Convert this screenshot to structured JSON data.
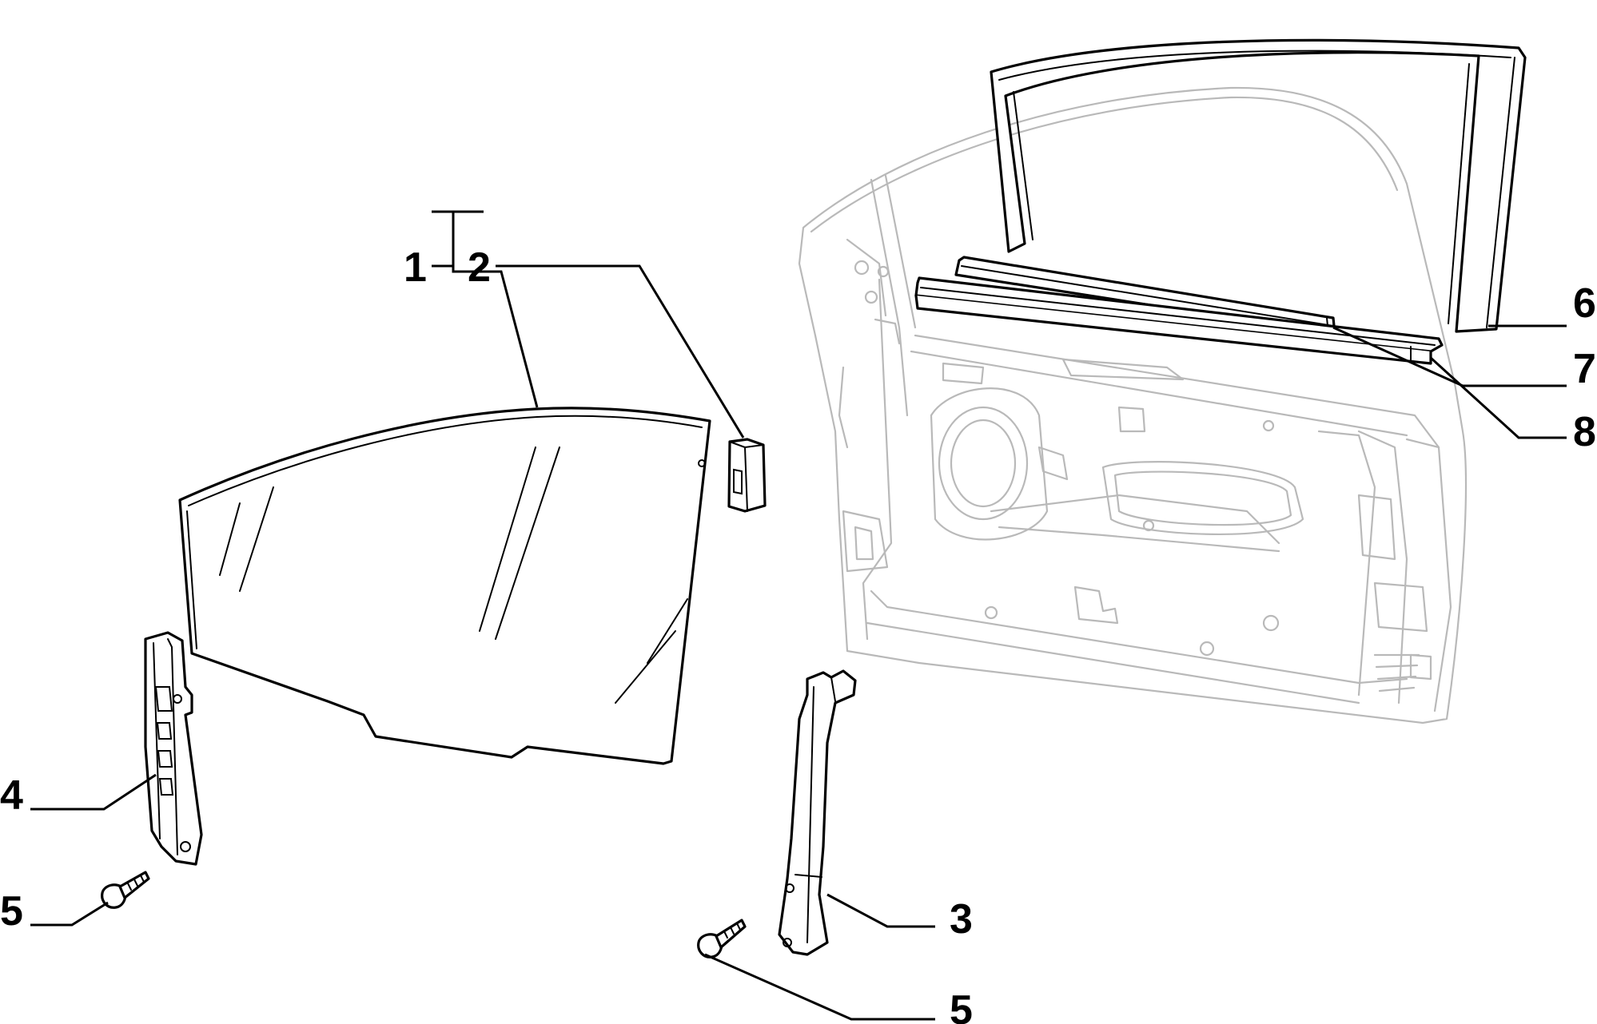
{
  "callouts": [
    {
      "id": "1",
      "label": "1"
    },
    {
      "id": "2",
      "label": "2"
    },
    {
      "id": "3",
      "label": "3"
    },
    {
      "id": "4",
      "label": "4"
    },
    {
      "id": "5a",
      "label": "5"
    },
    {
      "id": "5b",
      "label": "5"
    },
    {
      "id": "6",
      "label": "6"
    },
    {
      "id": "7",
      "label": "7"
    },
    {
      "id": "8",
      "label": "8"
    }
  ]
}
